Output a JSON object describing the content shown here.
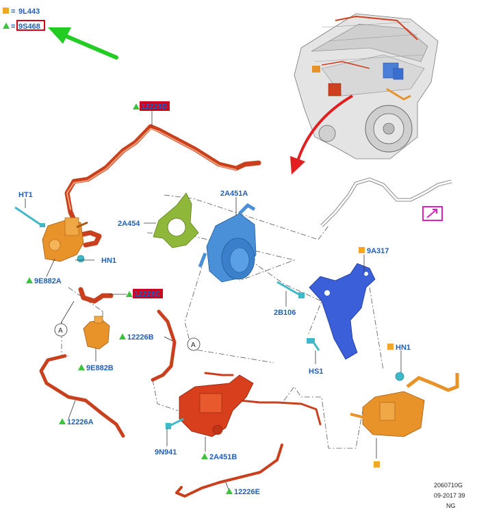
{
  "legend": [
    {
      "symbol": "square",
      "color": "#f5a623",
      "equals": "=",
      "code": "9L443"
    },
    {
      "symbol": "triangle",
      "color": "#3cc23c",
      "equals": "=",
      "code": "9S468"
    }
  ],
  "labels": {
    "hose_top": "12226D",
    "ht1": "HT1",
    "hn1_left": "HN1",
    "valve_9e882a": "9E882A",
    "hose_12226c": "12226C",
    "circle_a_left": "A",
    "valve_9e882b": "9E882B",
    "hose_12226b": "12226B",
    "hose_12226a": "12226A",
    "gasket_2a454": "2A454",
    "pump_2a451a": "2A451A",
    "bracket_9a317": "9A317",
    "bolt_2b106": "2B106",
    "hs1": "HS1",
    "hn1_right": "HN1",
    "circle_a_center": "A",
    "bolt_9n941": "9N941",
    "pump_2a451b": "2A451B",
    "hose_12226e": "12226E"
  },
  "footer": {
    "code": "2060710G",
    "date": "09-2017 39",
    "region": "NG"
  },
  "colors": {
    "label_blue": "#1f5fb8",
    "highlight_red": "#d0021b",
    "arrow_green": "#22cc22",
    "arrow_red": "#e02020",
    "hose_red": "#c8401d",
    "valve_orange": "#e8932a",
    "pump_blue": "#4a90d9",
    "bracket_blue": "#3a5fd9",
    "gasket_green": "#8fb83a",
    "link_magenta": "#e020c0"
  },
  "icons": [
    "legend-square-icon",
    "legend-triangle-icon",
    "green-arrow-icon",
    "red-arrow-icon",
    "link-arrow-icon"
  ]
}
